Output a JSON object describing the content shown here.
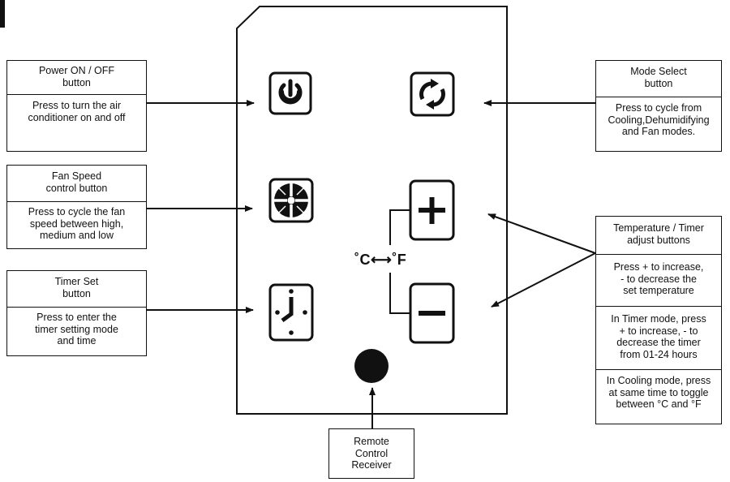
{
  "remote": {
    "unit_left": "˚C",
    "unit_right": "˚F",
    "arrow_glyph": "⟷",
    "buttons": [
      {
        "id": "power",
        "icon": "power-icon"
      },
      {
        "id": "mode",
        "icon": "cycle-arrows-icon"
      },
      {
        "id": "fan",
        "icon": "fan-icon"
      },
      {
        "id": "plus",
        "icon": "plus-icon"
      },
      {
        "id": "timer",
        "icon": "clock-icon"
      },
      {
        "id": "minus",
        "icon": "minus-icon"
      },
      {
        "id": "receiver",
        "icon": "ir-receiver-dot"
      }
    ]
  },
  "callouts": {
    "power": {
      "title": [
        "Power ON / OFF",
        "button"
      ],
      "desc": [
        "Press to turn the air",
        "conditioner on and off"
      ]
    },
    "mode": {
      "title": [
        "Mode Select",
        "button"
      ],
      "desc": [
        "Press to cycle from",
        "Cooling,Dehumidifying",
        "and Fan modes."
      ]
    },
    "fan": {
      "title": [
        "Fan Speed",
        "control button"
      ],
      "desc": [
        "Press to cycle the fan",
        "speed between high,",
        "medium and low"
      ]
    },
    "timer": {
      "title": [
        "Timer Set",
        "button"
      ],
      "desc": [
        "Press to enter the",
        "timer setting mode",
        "and time"
      ]
    },
    "temp": {
      "title": [
        "Temperature / Timer",
        "adjust buttons"
      ],
      "desc1": [
        "Press + to increase,",
        "- to decrease the",
        "set temperature"
      ],
      "desc2": [
        "In Timer mode, press",
        "+ to increase, - to",
        "decrease the timer",
        "from 01-24 hours"
      ],
      "desc3": [
        "In Cooling mode, press",
        "at same time to toggle",
        "between °C and °F"
      ]
    },
    "receiver": {
      "title": [
        "Remote",
        "Control",
        "Receiver"
      ]
    }
  },
  "colors": {
    "ink": "#111111",
    "background": "#ffffff"
  }
}
